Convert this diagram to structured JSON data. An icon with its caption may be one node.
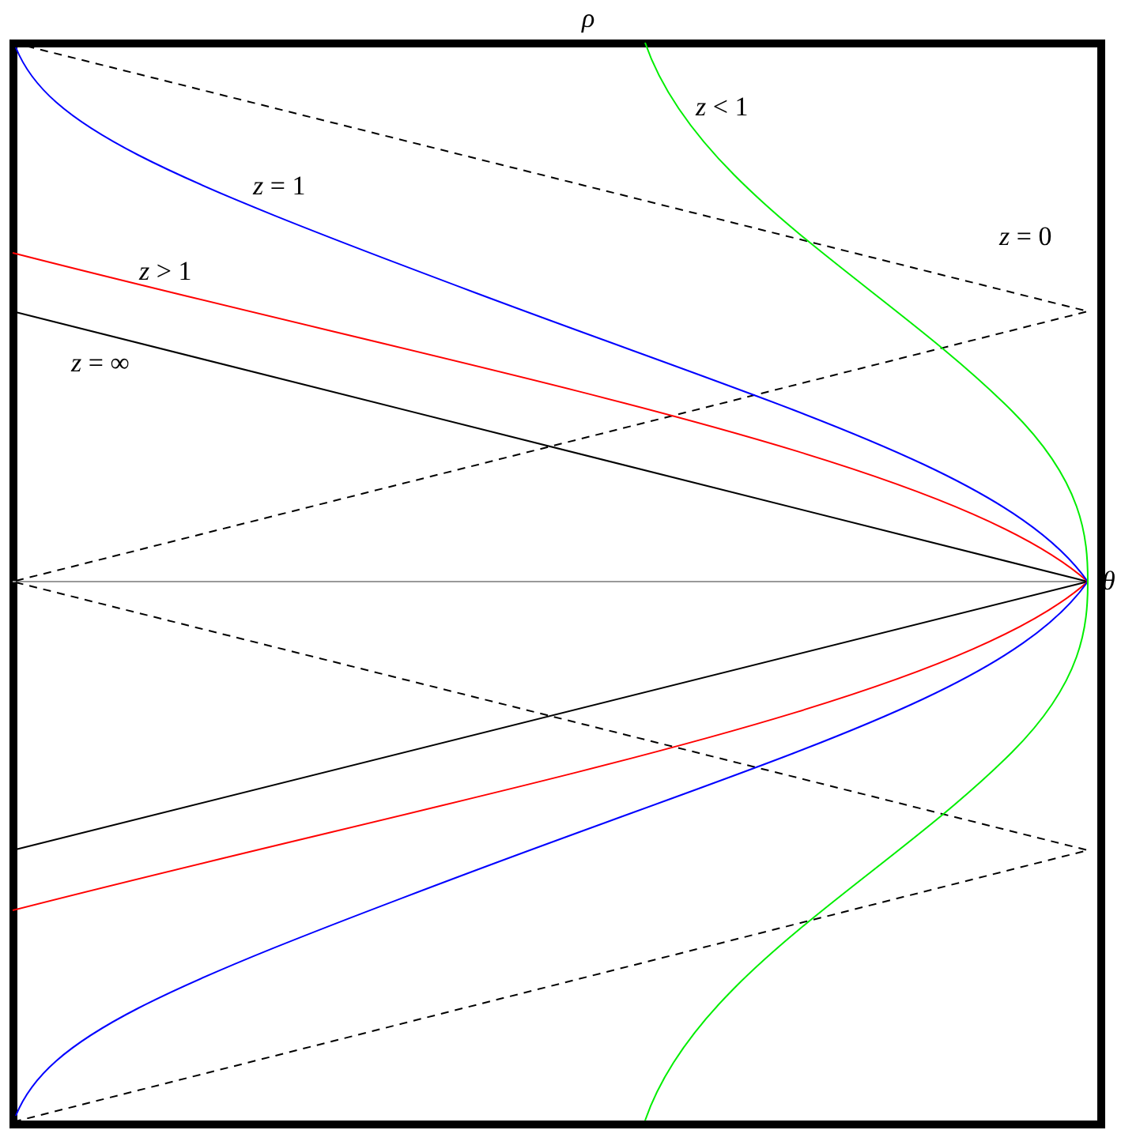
{
  "diagram": {
    "labels": [
      "ρ",
      "*z* < 1",
      "*z* = 1",
      "*z* = 0",
      "*z* > 1",
      "*z* = ∞",
      "θ"
    ]
  }
}
